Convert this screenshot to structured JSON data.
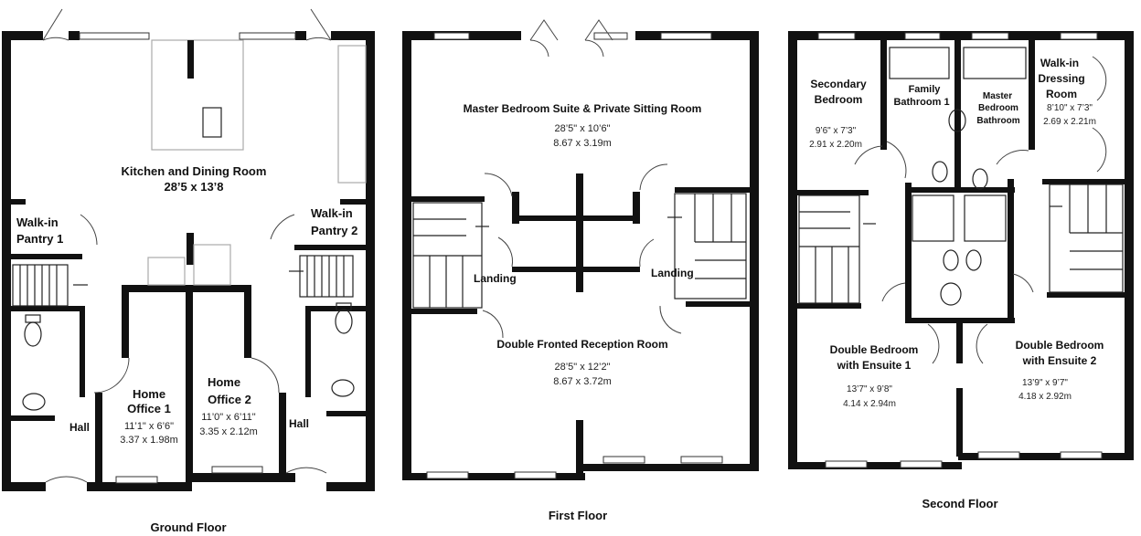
{
  "floors": {
    "ground": {
      "label": "Ground Floor",
      "rooms": {
        "kitchen": {
          "name": "Kitchen and Dining Room",
          "dims_imperial": "28’5 x 13’8"
        },
        "pantry1": {
          "name_line1": "Walk-in",
          "name_line2": "Pantry 1"
        },
        "pantry2": {
          "name_line1": "Walk-in",
          "name_line2": "Pantry 2"
        },
        "office1": {
          "name_line1": "Home",
          "name_line2": "Office 1",
          "dims_imperial": "11’1\" x 6’6\"",
          "dims_metric": "3.37 x 1.98m"
        },
        "office2": {
          "name_line1": "Home",
          "name_line2": "Office 2",
          "dims_imperial": "11’0\" x 6’11\"",
          "dims_metric": "3.35 x 2.12m"
        },
        "hall1": {
          "name": "Hall"
        },
        "hall2": {
          "name": "Hall"
        }
      }
    },
    "first": {
      "label": "First Floor",
      "rooms": {
        "master_suite": {
          "name": "Master Bedroom Suite & Private Sitting Room",
          "dims_imperial": "28’5\" x 10’6\"",
          "dims_metric": "8.67 x 3.19m"
        },
        "reception": {
          "name": "Double Fronted Reception Room",
          "dims_imperial": "28’5\" x 12’2\"",
          "dims_metric": "8.67 x 3.72m"
        },
        "landing1": {
          "name": "Landing"
        },
        "landing2": {
          "name": "Landing"
        }
      }
    },
    "second": {
      "label": "Second Floor",
      "rooms": {
        "secondary": {
          "name_line1": "Secondary",
          "name_line2": "Bedroom",
          "dims_imperial": "9’6\" x 7’3\"",
          "dims_metric": "2.91 x 2.20m"
        },
        "family_bath": {
          "name_line1": "Family",
          "name_line2": "Bathroom 1"
        },
        "master_bath": {
          "name_line1": "Master",
          "name_line2": "Bedroom",
          "name_line3": "Bathroom"
        },
        "dressing": {
          "name_line1": "Walk-in",
          "name_line2": "Dressing",
          "name_line3": "Room",
          "dims_imperial": "8’10\" x 7’3\"",
          "dims_metric": "2.69 x 2.21m"
        },
        "bed1": {
          "name_line1": "Double Bedroom",
          "name_line2": "with Ensuite 1",
          "dims_imperial": "13’7\" x 9’8\"",
          "dims_metric": "4.14 x 2.94m"
        },
        "bed2": {
          "name_line1": "Double Bedroom",
          "name_line2": "with Ensuite 2",
          "dims_imperial": "13’9\" x 9’7\"",
          "dims_metric": "4.18 x 2.92m"
        }
      }
    }
  }
}
